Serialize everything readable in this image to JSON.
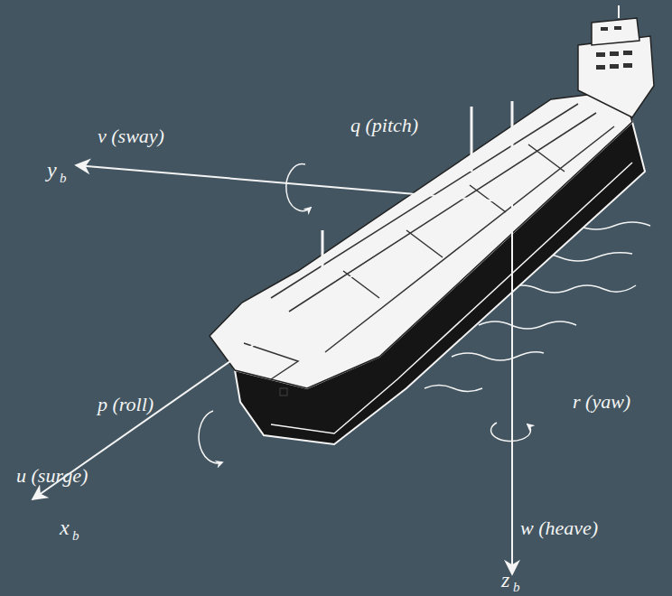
{
  "diagram": {
    "labels": [
      "v (sway)",
      "y",
      "b",
      "q (pitch)",
      "p (roll)",
      "r (yaw)",
      "u (surge)",
      "x",
      "b",
      "w (heave)",
      "z",
      "b"
    ]
  }
}
